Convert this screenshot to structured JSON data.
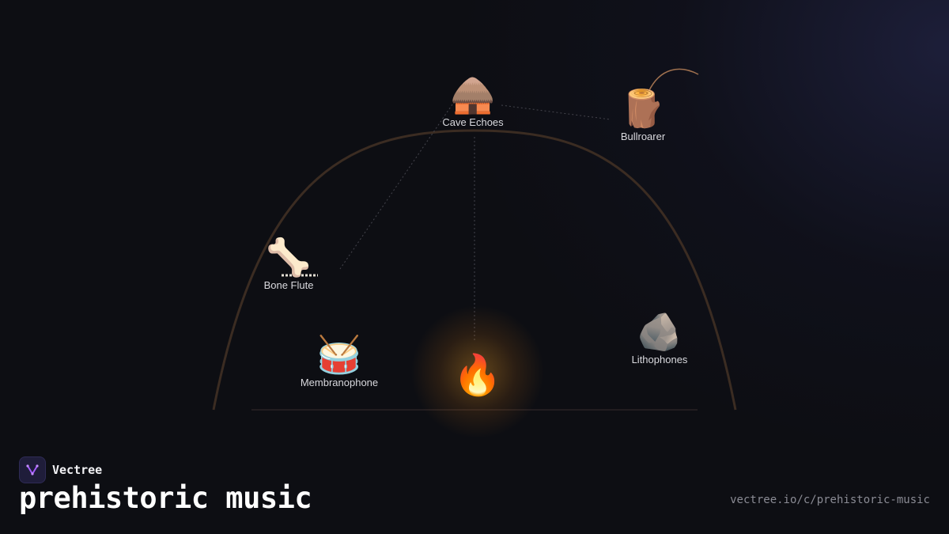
{
  "brand": {
    "name": "Vectree",
    "logo_icon": "vectree-logo-icon",
    "accent": "#a45bff"
  },
  "page": {
    "title": "prehistoric music",
    "url": "vectree.io/c/prehistoric-music"
  },
  "center": {
    "icon": "fire-icon",
    "glyph": "🔥",
    "glow_color": "#ffaa28"
  },
  "nodes": [
    {
      "id": "cave-echoes",
      "label": "Cave Echoes",
      "glyph": "🛖",
      "icon": "hut-icon"
    },
    {
      "id": "bullroarer",
      "label": "Bullroarer",
      "glyph": "🪵",
      "icon": "wood-icon"
    },
    {
      "id": "bone-flute",
      "label": "Bone Flute",
      "glyph": "🦴",
      "icon": "bone-icon"
    },
    {
      "id": "membranophone",
      "label": "Membranophone",
      "glyph": "🥁",
      "icon": "drum-icon"
    },
    {
      "id": "lithophones",
      "label": "Lithophones",
      "glyph": "🪨",
      "icon": "rock-icon"
    }
  ],
  "colors": {
    "arc": "#3b2c22",
    "dashed_line": "#4a4a52",
    "label": "#d9d9de",
    "background": "#0d0e13"
  }
}
